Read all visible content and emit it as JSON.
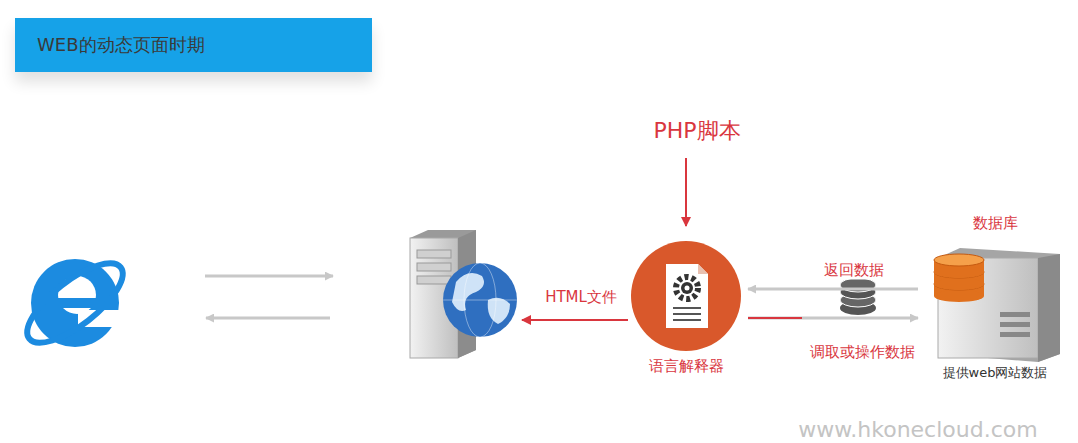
{
  "diagram": {
    "title": "WEB的动态页面时期",
    "nodes": [
      {
        "text": [
          "语言解释器"
        ]
      },
      {
        "text": [
          "数据库",
          "提供web网站数据"
        ]
      }
    ],
    "edges": [
      {
        "from": 0,
        "to": 1,
        "label": "调取或操作数据",
        "arrow": "to"
      },
      {
        "from": 1,
        "to": 0,
        "label": "返回数据",
        "arrow": "to"
      }
    ],
    "labels": [
      "PHP脚本",
      "HTML文件",
      "www.hkonecloud.com"
    ]
  }
}
